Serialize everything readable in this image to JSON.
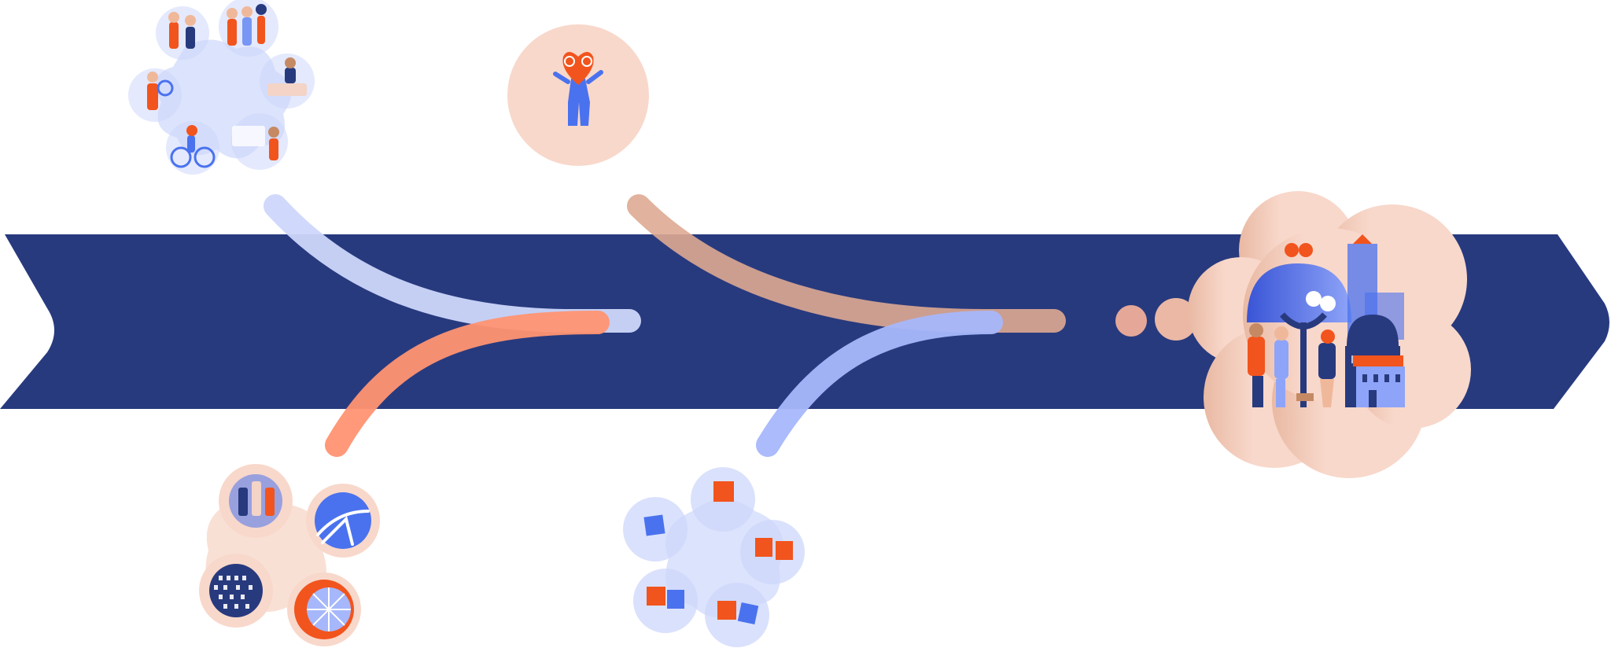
{
  "colors": {
    "navy": "#283a7e",
    "blue": "#4a72ee",
    "light_blue": "#cdd7fb",
    "peach": "#f8d8cb",
    "tan": "#deaa92",
    "orange": "#ff9472",
    "red_orange": "#f2541d",
    "white": "#ffffff"
  },
  "text_labels": [],
  "illustrations": [
    {
      "name": "people-cluster",
      "icon": "people-icon"
    },
    {
      "name": "heart-person",
      "icon": "heart-person-icon"
    },
    {
      "name": "data-cluster",
      "icon": "data-icon"
    },
    {
      "name": "blocks-cluster",
      "icon": "blocks-icon"
    },
    {
      "name": "city-cloud",
      "icon": "city-icon"
    }
  ]
}
